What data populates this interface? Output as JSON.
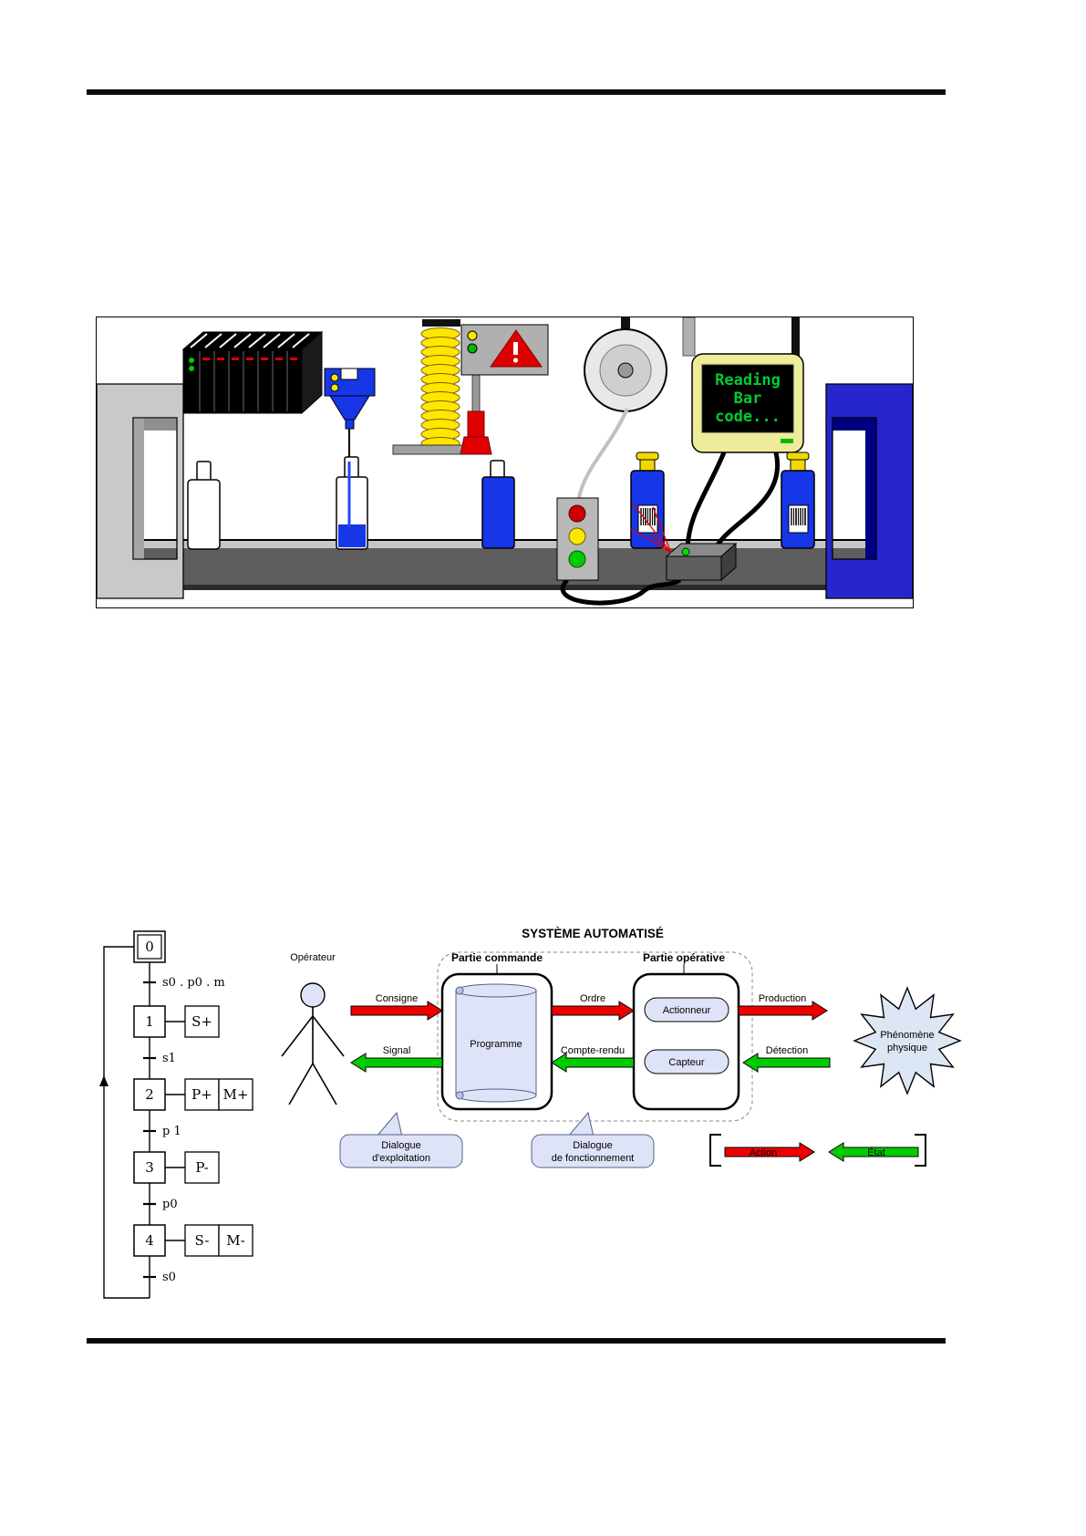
{
  "scene": {
    "monitor_lines": [
      "Reading",
      "Bar",
      "code..."
    ],
    "monitor_color": "#00cc33"
  },
  "grafcet": {
    "steps": [
      {
        "num": "0",
        "actions": []
      },
      {
        "num": "1",
        "actions": [
          "S+"
        ]
      },
      {
        "num": "2",
        "actions": [
          "P+",
          "M+"
        ]
      },
      {
        "num": "3",
        "actions": [
          "P-"
        ]
      },
      {
        "num": "4",
        "actions": [
          "S-",
          "M-"
        ]
      }
    ],
    "transitions": [
      "s0 . p0 . m",
      "s1",
      "p 1",
      "p0",
      "s0"
    ]
  },
  "system": {
    "title": "SYSTÈME AUTOMATISÉ",
    "operator": "Opérateur",
    "partie_commande": "Partie commande",
    "partie_operative": "Partie opérative",
    "programme": "Programme",
    "actionneur": "Actionneur",
    "capteur": "Capteur",
    "phenomene_line1": "Phénomène",
    "phenomene_line2": "physique",
    "consigne": "Consigne",
    "ordre": "Ordre",
    "production": "Production",
    "signal": "Signal",
    "compte_rendu": "Compte-rendu",
    "detection": "Détection",
    "bubble1_line1": "Dialogue",
    "bubble1_line2": "d'exploitation",
    "bubble2_line1": "Dialogue",
    "bubble2_line2": "de fonctionnement",
    "legend_action": "Action",
    "legend_etat": "État",
    "colors": {
      "action": "#ee0000",
      "etat": "#00cc00"
    }
  }
}
